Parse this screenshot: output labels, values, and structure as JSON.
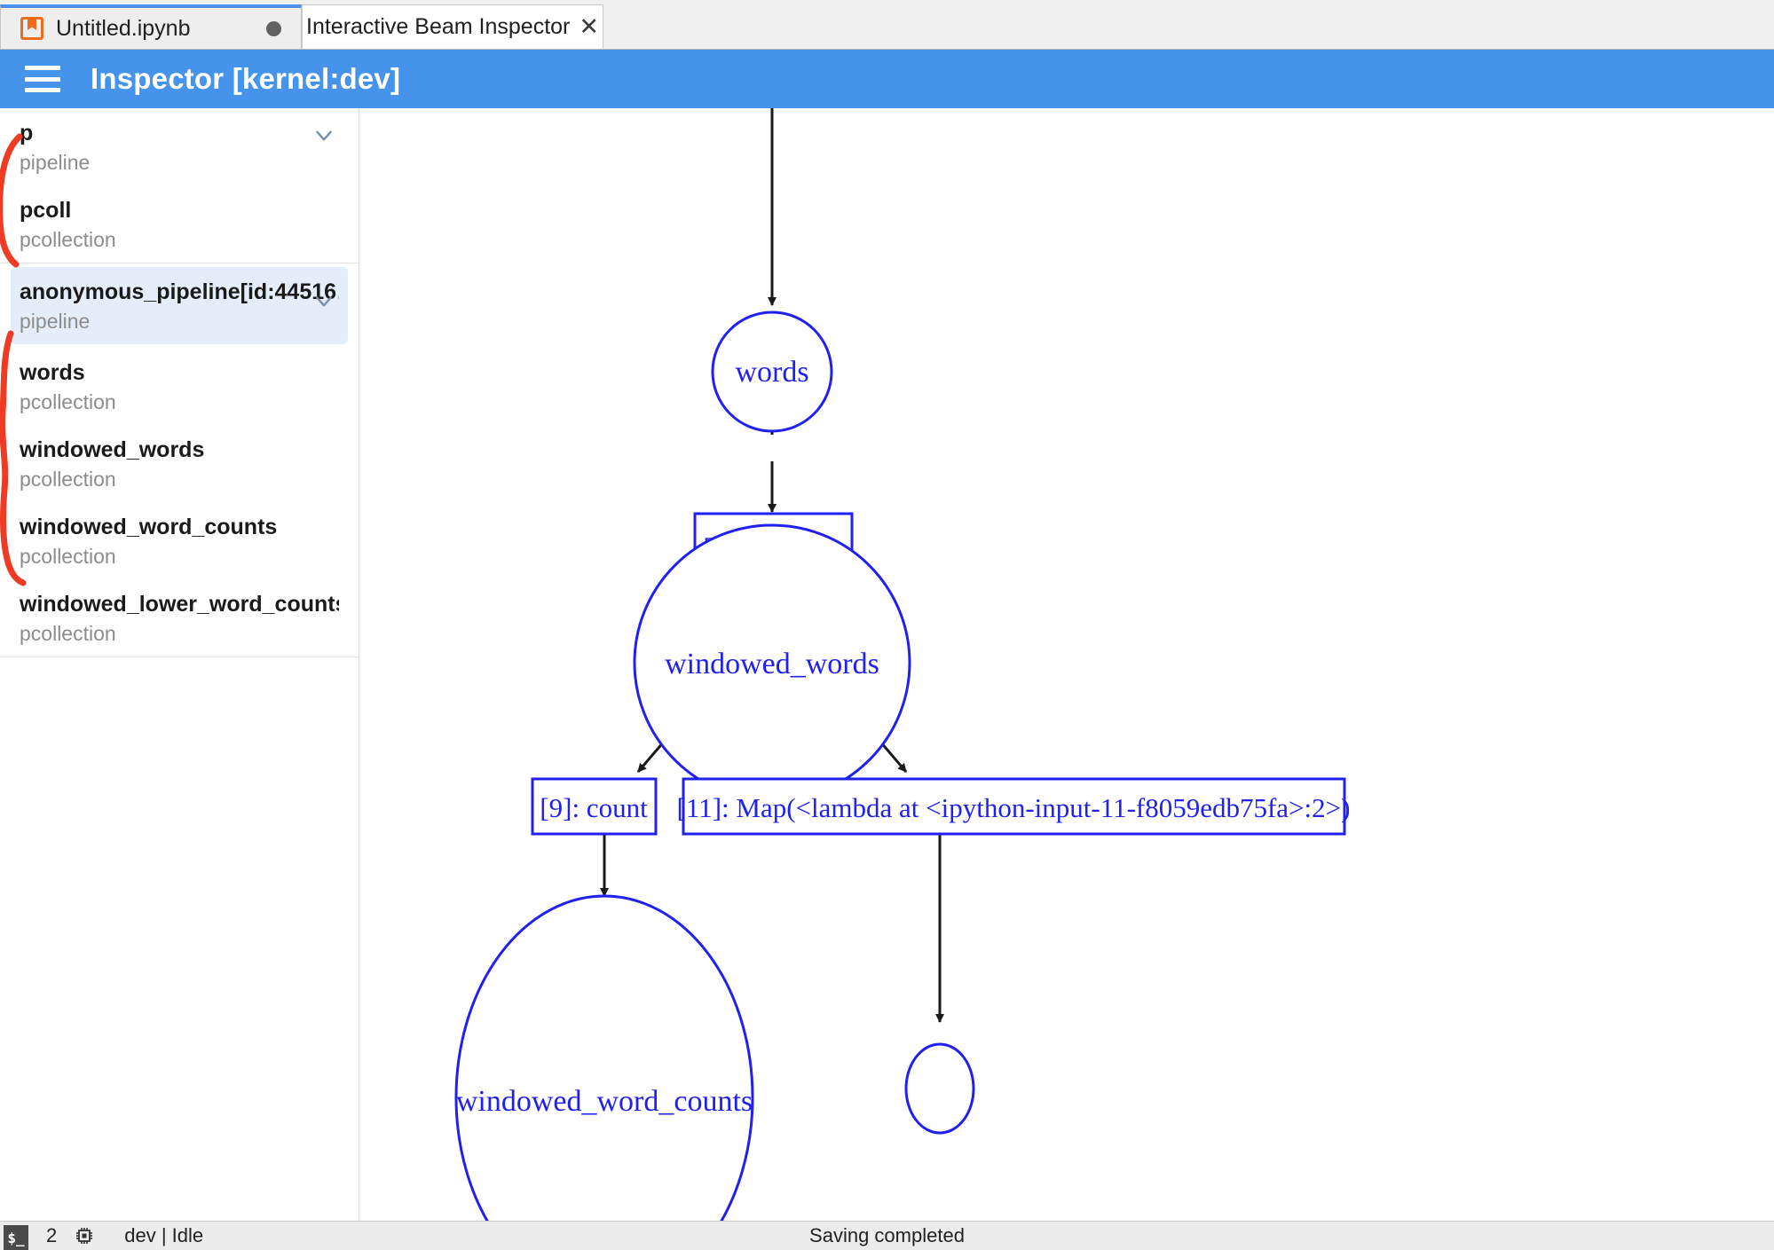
{
  "tabs": [
    {
      "label": "Untitled.ipynb",
      "icon": "notebook-icon",
      "state": "unsaved-dot",
      "active": false
    },
    {
      "label": "Interactive Beam Inspector",
      "icon": "close-icon",
      "active": true
    }
  ],
  "appbar": {
    "menu_icon": "hamburger-icon",
    "title": "Inspector [kernel:dev]",
    "accent_color": "#4593ea"
  },
  "sidebar": {
    "groups": [
      {
        "items": [
          {
            "title": "p",
            "subtitle": "pipeline",
            "has_chevron": true,
            "selected": false,
            "child": false
          },
          {
            "title": "pcoll",
            "subtitle": "pcollection",
            "has_chevron": false,
            "selected": false,
            "child": true
          }
        ]
      },
      {
        "items": [
          {
            "title": "anonymous_pipeline[id:44516…",
            "subtitle": "pipeline",
            "has_chevron": true,
            "selected": true,
            "child": false
          },
          {
            "title": "words",
            "subtitle": "pcollection",
            "has_chevron": false,
            "selected": false,
            "child": true
          },
          {
            "title": "windowed_words",
            "subtitle": "pcollection",
            "has_chevron": false,
            "selected": false,
            "child": true
          },
          {
            "title": "windowed_word_counts",
            "subtitle": "pcollection",
            "has_chevron": false,
            "selected": false,
            "child": true
          },
          {
            "title": "windowed_lower_word_counts",
            "subtitle": "pcollection",
            "has_chevron": false,
            "selected": false,
            "child": true
          }
        ]
      }
    ],
    "annotation_color": "#ef3b24"
  },
  "graph": {
    "node_color": "#2020f0",
    "edge_color": "#1a1a1a",
    "nodes": [
      {
        "id": "words",
        "shape": "ellipse",
        "label": "words"
      },
      {
        "id": "window",
        "shape": "box",
        "label": "[8]: window"
      },
      {
        "id": "windowed_words",
        "shape": "ellipse",
        "label": "windowed_words"
      },
      {
        "id": "count",
        "shape": "box",
        "label": "[9]: count"
      },
      {
        "id": "map",
        "shape": "box",
        "label": "[11]: Map(<lambda at <ipython-input-11-f8059edb75fa>:2>)"
      },
      {
        "id": "windowed_word_counts",
        "shape": "ellipse",
        "label": "windowed_word_counts"
      },
      {
        "id": "unnamed_small",
        "shape": "ellipse",
        "label": ""
      }
    ],
    "edges": [
      {
        "from": "(top)",
        "to": "words"
      },
      {
        "from": "words",
        "to": "window"
      },
      {
        "from": "window",
        "to": "windowed_words"
      },
      {
        "from": "windowed_words",
        "to": "count"
      },
      {
        "from": "windowed_words",
        "to": "map"
      },
      {
        "from": "count",
        "to": "windowed_word_counts"
      },
      {
        "from": "map",
        "to": "unnamed_small"
      }
    ]
  },
  "statusbar": {
    "terminal_icon": "terminal-icon",
    "terminal_label": "$_",
    "count": "2",
    "kernel_icon": "cpu-chip-icon",
    "kernel_status": "dev | Idle",
    "message": "Saving completed"
  }
}
